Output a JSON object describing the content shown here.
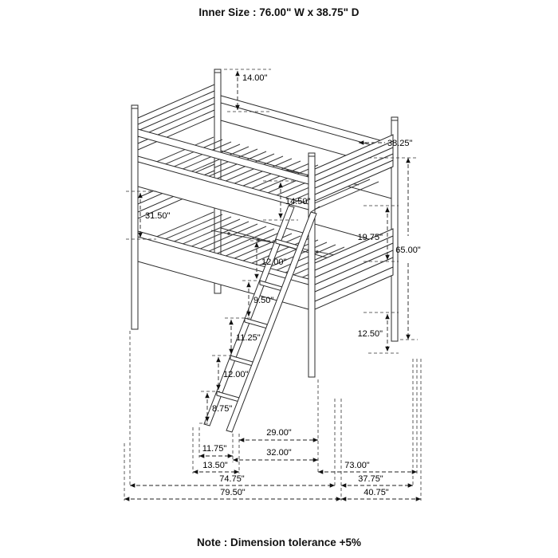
{
  "header": {
    "inner_size_label": "Inner Size : 76.00\" W x  38.75\" D"
  },
  "footer": {
    "note_label": "Note : Dimension tolerance +5%"
  },
  "dimensions": {
    "guard_height": "14.00\"",
    "top_depth": "38.25\"",
    "bunk_clearance": "31.50\"",
    "guardrail_top": "14.50\"",
    "footboard_gap": "19.75\"",
    "overall_height": "65.00\"",
    "ladder_step_1": "12.00\"",
    "ladder_step_2": "9.50\"",
    "ladder_step_3": "11.25\"",
    "ladder_step_4": "12.00\"",
    "ladder_step_5": "8.75\"",
    "under_bed": "12.50\"",
    "ladder_run_inner": "29.00\"",
    "ladder_width_inner": "11.75\"",
    "ladder_run_outer": "32.00\"",
    "ladder_width_outer": "13.50\"",
    "inner_length": "73.00\"",
    "length_at_posts": "74.75\"",
    "inner_depth": "37.75\"",
    "overall_length": "79.50\"",
    "overall_depth": "40.75\""
  }
}
